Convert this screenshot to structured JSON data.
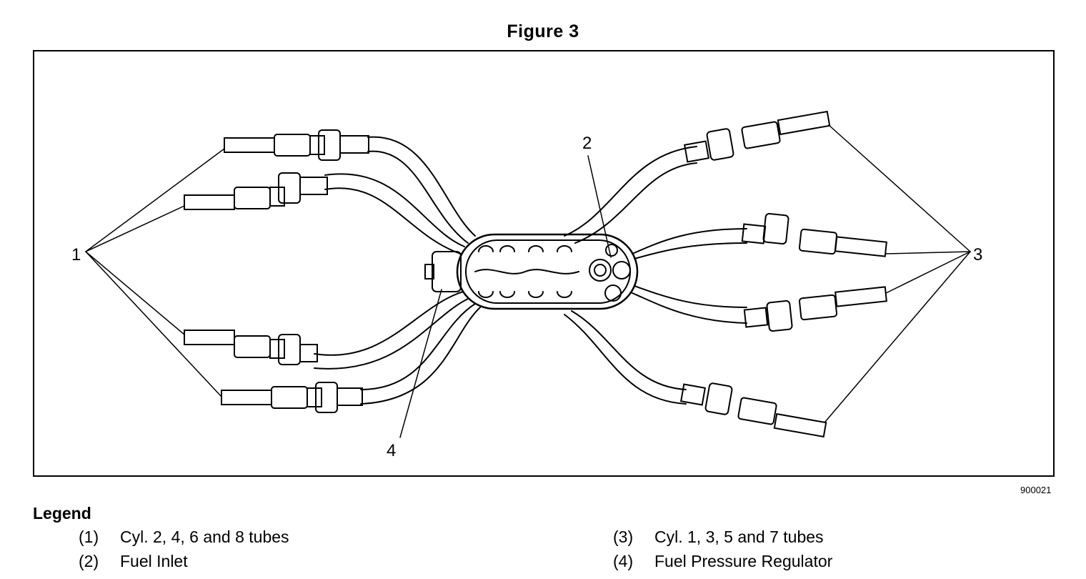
{
  "figure": {
    "title": "Figure 3",
    "code": "900021"
  },
  "callouts": {
    "c1": "1",
    "c2": "2",
    "c3": "3",
    "c4": "4"
  },
  "legend": {
    "title": "Legend",
    "items": [
      {
        "num": "(1)",
        "text": "Cyl. 2, 4, 6 and 8 tubes"
      },
      {
        "num": "(2)",
        "text": "Fuel Inlet"
      },
      {
        "num": "(3)",
        "text": "Cyl. 1, 3, 5 and 7 tubes"
      },
      {
        "num": "(4)",
        "text": "Fuel Pressure Regulator"
      }
    ]
  }
}
